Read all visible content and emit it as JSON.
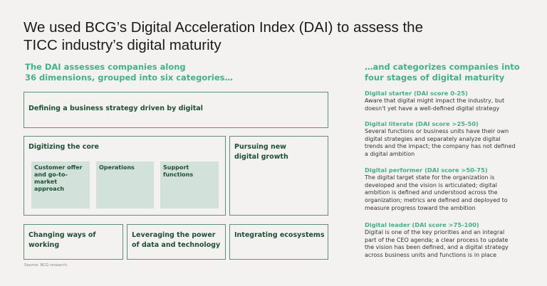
{
  "title": [
    "We used BCG’s Digital Acceleration Index (DAI) to assess the",
    "TICC industry’s digital maturity"
  ],
  "left": {
    "heading": [
      "The DAI assesses companies along",
      "36 dimensions, grouped into six categories…"
    ],
    "categories": {
      "strategy": "Defining a business strategy driven by digital",
      "core": "Digitizing the core",
      "core_items": [
        "Customer offer and go-to-market approach",
        "Operations",
        "Support functions"
      ],
      "growth": "Pursuing new digital growth",
      "ways": "Changing ways of working",
      "data": "Leveraging the power of data and technology",
      "ecosystems": "Integrating ecosystems"
    },
    "source": "Source: BCG research."
  },
  "right": {
    "heading": [
      "…and categorizes companies into",
      "four stages of digital maturity"
    ],
    "stages": [
      {
        "title": "Digital starter (DAI score 0-25)",
        "text": "Aware that digital might impact the industry, but doesn't yet have a well-defined digital strategy"
      },
      {
        "title": "Digital literate (DAI score >25-50)",
        "text": "Several functions or business units have their own digital strategies and separately analyze digital trends and the impact; the company has not defined a digital ambition"
      },
      {
        "title": "Digital performer (DAI score >50-75)",
        "text": "The digital target state for the organization is developed and the vision is articulated; digital ambition is defined and understood across the organization; metrics are defined and deployed to measure progress toward the ambition"
      },
      {
        "title": "Digital leader (DAI score >75-100)",
        "text": "Digital is one of the key priorities and an integral part of the CEO agenda; a clear process to update the vision has been defined, and a digital strategy across business units and functions is in place"
      }
    ]
  }
}
